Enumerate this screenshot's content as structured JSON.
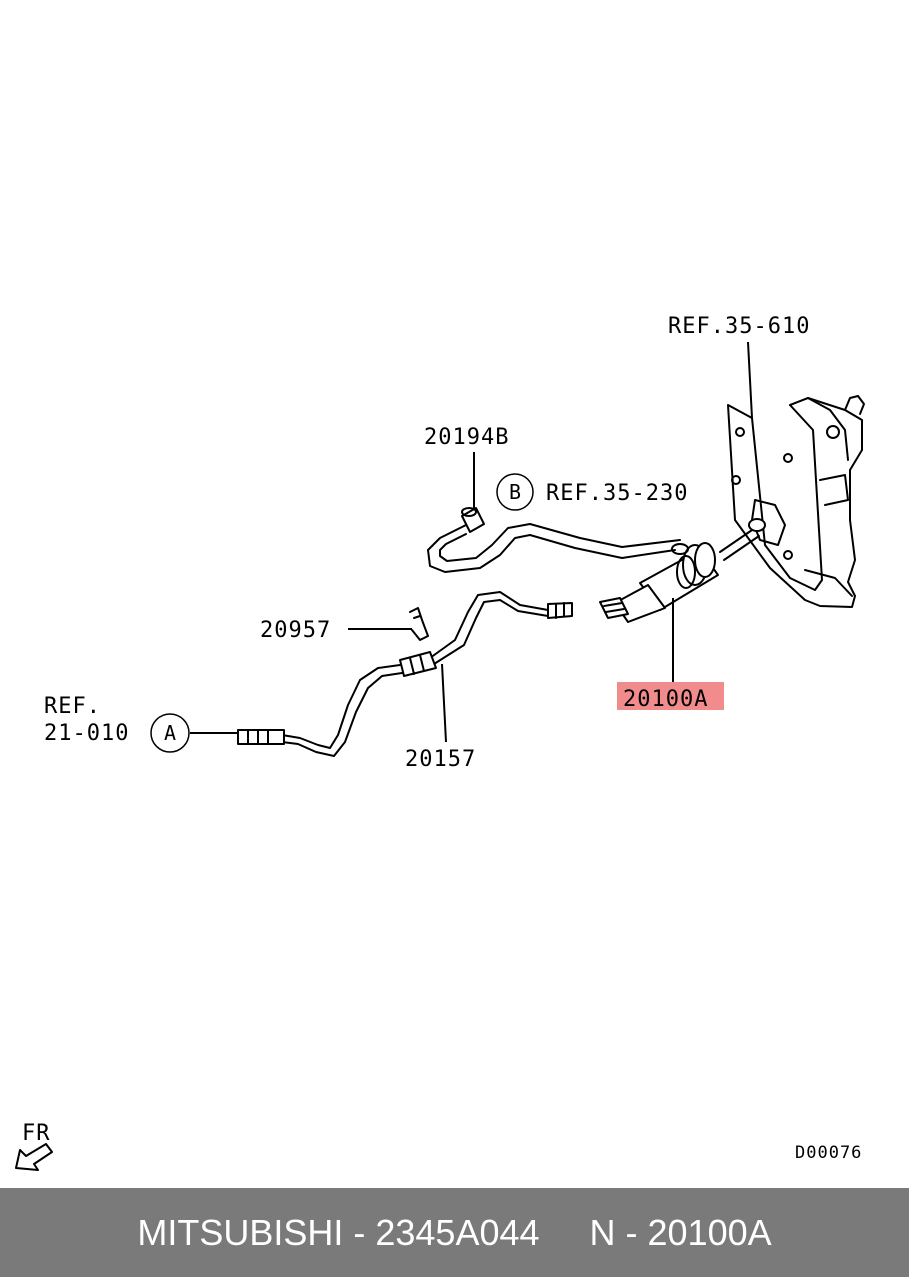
{
  "diagram": {
    "labels": {
      "ref_35_610": "REF.35-610",
      "p20194b": "20194B",
      "ref_35_230": "REF.35-230",
      "callout_b": "B",
      "p20957": "20957",
      "ref_21_010_line1": "REF.",
      "ref_21_010_line2": "21-010",
      "callout_a": "A",
      "p20157": "20157",
      "p20100a": "20100A",
      "fr": "FR",
      "code": "D00076"
    },
    "highlight_color": "#f28b8b"
  },
  "footer": {
    "brand": "MITSUBISHI",
    "part_number": "2345A044",
    "ref": "N - 20100A",
    "text": "MITSUBISHI - 2345A044     N - 20100A",
    "background": "#7a7a7a"
  }
}
